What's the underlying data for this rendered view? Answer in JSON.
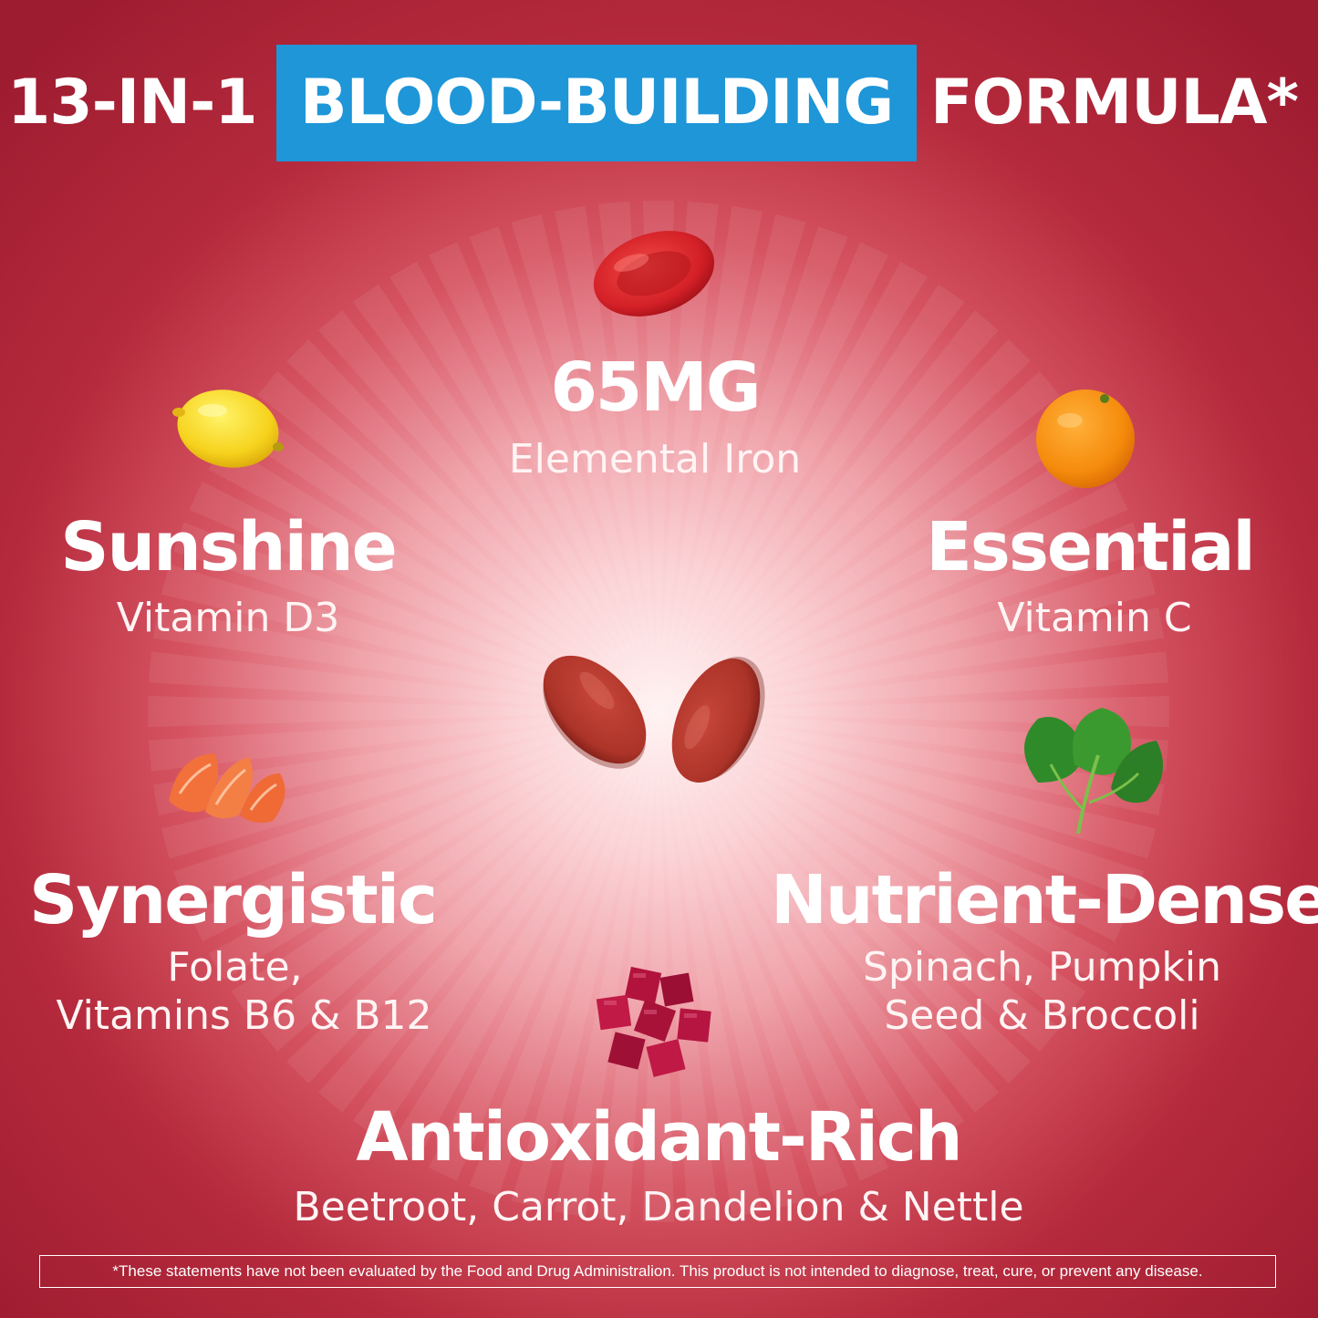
{
  "header": {
    "lead": "13-IN-1",
    "highlight": "BLOOD-BUILDING",
    "tail": "FORMULA*",
    "highlight_color": "#1e96d8"
  },
  "features": {
    "iron": {
      "headline": "65MG",
      "detail": "Elemental Iron",
      "icon": "red-blood-cell-icon"
    },
    "sunshine": {
      "headline": "Sunshine",
      "detail": "Vitamin D3",
      "icon": "lemon-icon"
    },
    "essential": {
      "headline": "Essential",
      "detail": "Vitamin C",
      "icon": "orange-icon"
    },
    "synergistic": {
      "headline": "Synergistic",
      "detail_line1": "Folate,",
      "detail_line2": "Vitamins B6 & B12",
      "icon": "salmon-icon"
    },
    "nutrient_dense": {
      "headline": "Nutrient-Dense",
      "detail_line1": "Spinach, Pumpkin",
      "detail_line2": "Seed & Broccoli",
      "icon": "spinach-icon"
    },
    "antioxidant": {
      "headline": "Antioxidant-Rich",
      "detail": "Beetroot, Carrot, Dandelion & Nettle",
      "icon": "beetroot-cubes-icon"
    }
  },
  "disclaimer": "*These statements have not been evaluated by the Food and Drug Administralion. This product is not intended to diagnose, treat, cure, or prevent any disease.",
  "colors": {
    "background": "#b52a3c",
    "center_glow": "#fff3f3",
    "tablet": "#b83a30"
  }
}
